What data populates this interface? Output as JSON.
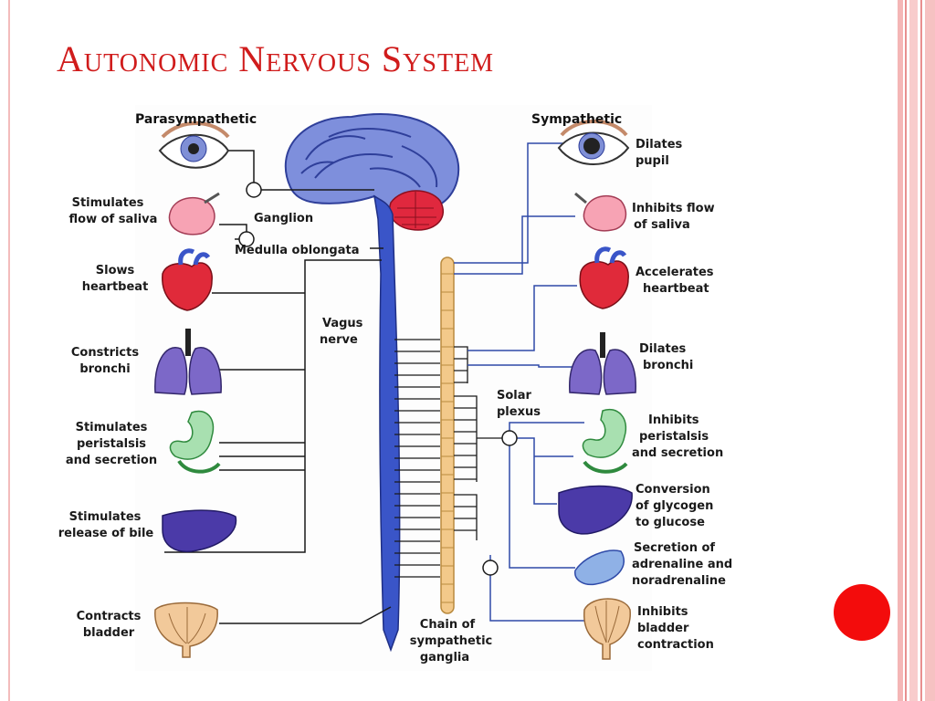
{
  "slide": {
    "title": "Autonomic Nervous System"
  },
  "diagram": {
    "header_left": "Parasympathetic",
    "header_right": "Sympathetic",
    "center": {
      "ganglion": "Ganglion",
      "medulla": "Medulla oblongata",
      "vagus_1": "Vagus",
      "vagus_2": "nerve",
      "solar_1": "Solar",
      "solar_2": "plexus",
      "chain_1": "Chain of",
      "chain_2": "sympathetic",
      "chain_3": "ganglia"
    },
    "parasympathetic": [
      {
        "line1": "",
        "line2": ""
      },
      {
        "line1": "Stimulates",
        "line2": "flow of saliva"
      },
      {
        "line1": "Slows",
        "line2": "heartbeat"
      },
      {
        "line1": "Constricts",
        "line2": "bronchi"
      },
      {
        "line1": "Stimulates",
        "line2": "peristalsis",
        "line3": "and secretion"
      },
      {
        "line1": "Stimulates",
        "line2": "release of bile"
      },
      {
        "line1": "Contracts",
        "line2": "bladder"
      }
    ],
    "sympathetic": [
      {
        "line1": "Dilates",
        "line2": "pupil"
      },
      {
        "line1": "Inhibits flow",
        "line2": "of saliva"
      },
      {
        "line1": "Accelerates",
        "line2": "heartbeat"
      },
      {
        "line1": "Dilates",
        "line2": "bronchi"
      },
      {
        "line1": "Inhibits",
        "line2": "peristalsis",
        "line3": "and secretion"
      },
      {
        "line1": "Conversion",
        "line2": "of glycogen",
        "line3": "to glucose"
      },
      {
        "line1": "Secretion of",
        "line2": "adrenaline and",
        "line3": "noradrenaline"
      },
      {
        "line1": "Inhibits",
        "line2": "bladder",
        "line3": "contraction"
      }
    ]
  },
  "colors": {
    "title": "#d01c1c",
    "nerve_blue": "#3a4fb8",
    "sympathetic_chain": "#f3c98a",
    "parasympathetic_line": "#1a1a1a",
    "sympathetic_line": "#2f4aa8",
    "accent_dot": "#f30c0c"
  }
}
